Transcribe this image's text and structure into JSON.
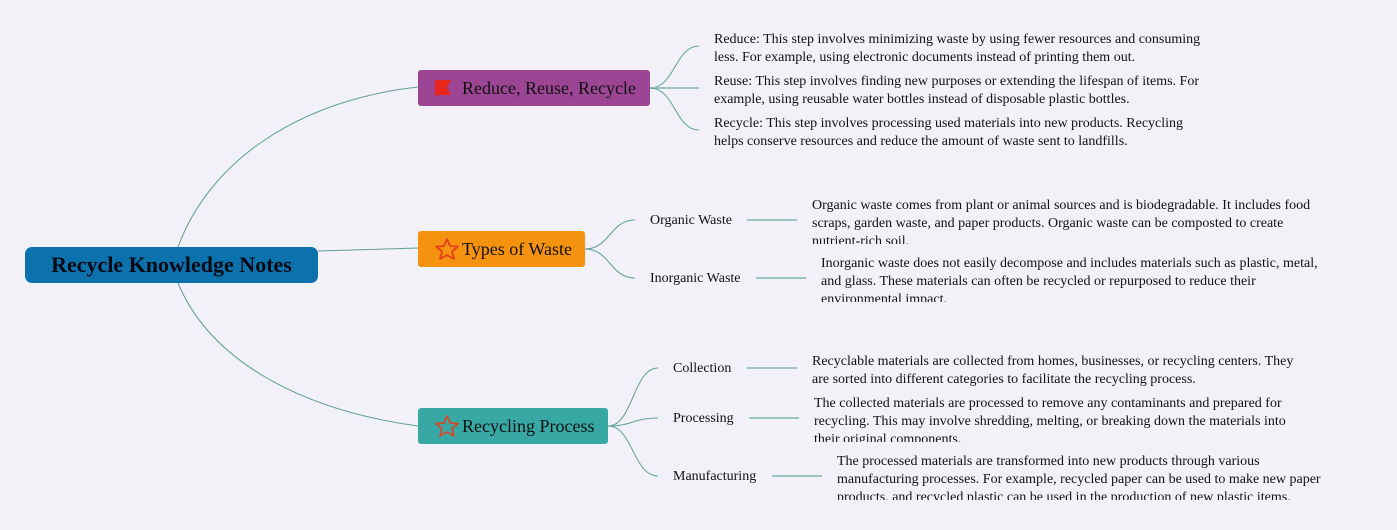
{
  "root": {
    "title": "Recycle Knowledge Notes",
    "color": "#0b72ad"
  },
  "branches": [
    {
      "title": "Reduce, Reuse, Recycle",
      "icon": "flag-icon",
      "color": "#9b4594",
      "leaves": [
        {
          "text": "Reduce: This step involves minimizing waste by using fewer resources and consuming less. For example, using electronic documents instead of printing them out."
        },
        {
          "text": "Reuse: This step involves finding new purposes or extending the lifespan of items. For example, using reusable water bottles instead of disposable plastic bottles."
        },
        {
          "text": "Recycle: This step involves processing used materials into new products. Recycling helps conserve resources and reduce the amount of waste sent to landfills."
        }
      ]
    },
    {
      "title": "Types of Waste",
      "icon": "star-icon",
      "color": "#f5920f",
      "children": [
        {
          "label": "Organic Waste",
          "text": "Organic waste comes from plant or animal sources and is biodegradable. It includes food scraps, garden waste, and paper products. Organic waste can be composted to create nutrient-rich soil."
        },
        {
          "label": "Inorganic Waste",
          "text": "Inorganic waste does not easily decompose and includes materials such as plastic, metal, and glass. These materials can often be recycled or repurposed to reduce their environmental impact."
        }
      ]
    },
    {
      "title": "Recycling Process",
      "icon": "star-icon",
      "color": "#38a8a5",
      "children": [
        {
          "label": "Collection",
          "text": "Recyclable materials are collected from homes, businesses, or recycling centers. They are sorted into different categories to facilitate the recycling process."
        },
        {
          "label": "Processing",
          "text": "The collected materials are processed to remove any contaminants and prepared for recycling. This may involve shredding, melting, or breaking down the materials into their original components."
        },
        {
          "label": "Manufacturing",
          "text": "The processed materials are transformed into new products through various manufacturing processes. For example, recycled paper can be used to make new paper products, and recycled plastic can be used in the production of new plastic items."
        }
      ]
    }
  ],
  "colors": {
    "connector": "#5f9e98",
    "leaf_connector": "#9dc3c1",
    "icon_red": "#e8261c"
  }
}
